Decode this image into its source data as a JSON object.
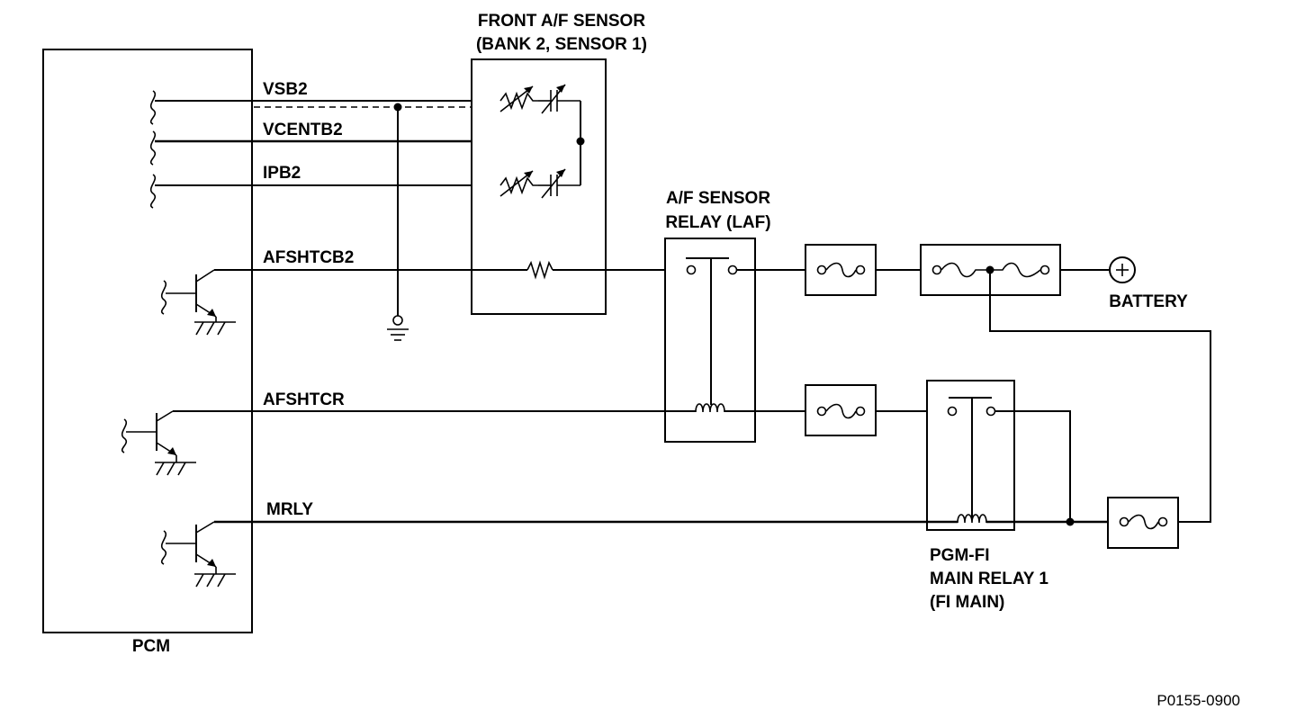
{
  "labels": {
    "sensor_title_line1": "FRONT A/F SENSOR",
    "sensor_title_line2": "(BANK 2, SENSOR 1)",
    "relay_laf_line1": "A/F SENSOR",
    "relay_laf_line2": "RELAY (LAF)",
    "battery": "BATTERY",
    "pcm": "PCM",
    "main_relay_line1": "PGM-FI",
    "main_relay_line2": "MAIN RELAY 1",
    "main_relay_line3": "(FI MAIN)",
    "figure_code": "P0155-0900"
  },
  "wires": {
    "vsb2": "VSB2",
    "vcentb2": "VCENTB2",
    "ipb2": "IPB2",
    "afshtcb2": "AFSHTCB2",
    "afshtcr": "AFSHTCR",
    "mrly": "MRLY"
  }
}
